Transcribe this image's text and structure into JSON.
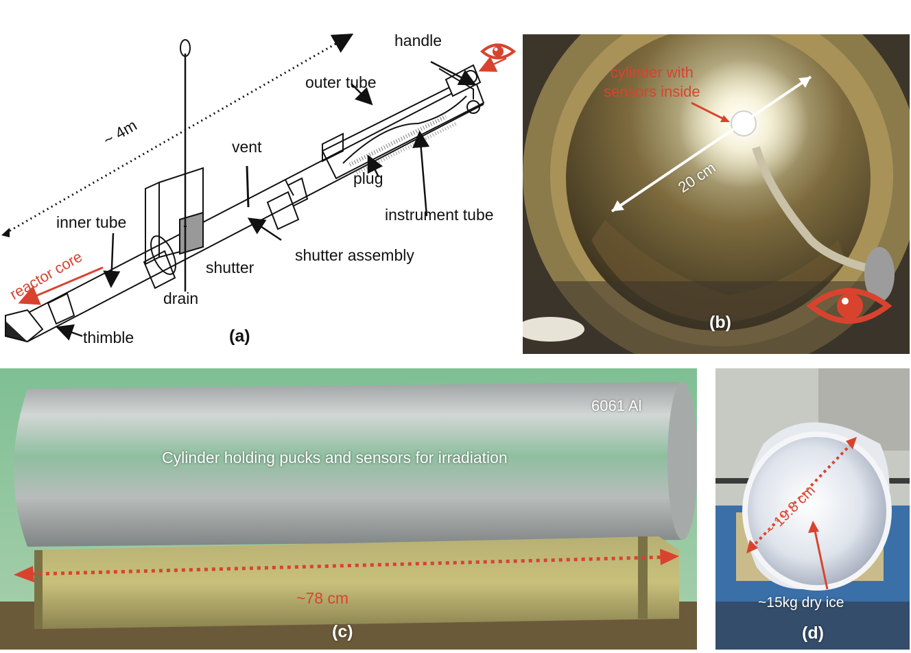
{
  "colors": {
    "annotation_red": "#d9432e",
    "ink": "#111111",
    "brass": "#a88a4c",
    "aluminum": "#b9bcbc",
    "green_backdrop": "#9fc9a6"
  },
  "panel_a": {
    "tag": "(a)",
    "length": "~ 4m",
    "direction_label": "reactor core",
    "labels": {
      "handle": "handle",
      "outer_tube": "outer tube",
      "vent": "vent",
      "plug": "plug",
      "instrument_tube": "instrument tube",
      "inner_tube": "inner tube",
      "shutter": "shutter",
      "shutter_assembly": "shutter assembly",
      "drain": "drain",
      "thimble": "thimble"
    },
    "icons": [
      "eye-icon"
    ]
  },
  "panel_b": {
    "tag": "(b)",
    "callout": "cylinder with\nsensors inside",
    "diameter": "20 cm",
    "icons": [
      "eye-icon"
    ]
  },
  "panel_c": {
    "tag": "(c)",
    "material": "6061 Al",
    "caption": "Cylinder holding pucks and sensors for irradiation",
    "length": "~78 cm"
  },
  "panel_d": {
    "tag": "(d)",
    "diameter": "~ 19.8 cm",
    "contents": "~15kg dry ice"
  }
}
